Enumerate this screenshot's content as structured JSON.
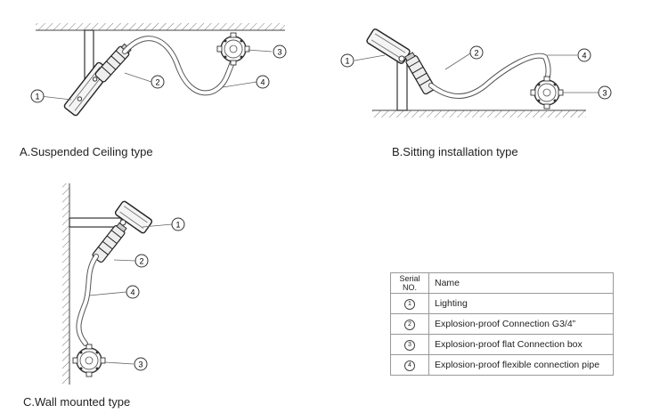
{
  "captions": {
    "a": "A.Suspended Ceiling type",
    "b": "B.Sitting installation type",
    "c": "C.Wall mounted type"
  },
  "callouts": {
    "lighting": "1",
    "connection": "2",
    "box": "3",
    "pipe": "4"
  },
  "table": {
    "header_serial": "Serial NO.",
    "header_name": "Name",
    "rows": [
      {
        "no": "1",
        "name": "Lighting"
      },
      {
        "no": "2",
        "name": "Explosion-proof Connection G3/4”"
      },
      {
        "no": "3",
        "name": "Explosion-proof flat Connection box"
      },
      {
        "no": "4",
        "name": "Explosion-proof flexible connection pipe"
      }
    ]
  }
}
